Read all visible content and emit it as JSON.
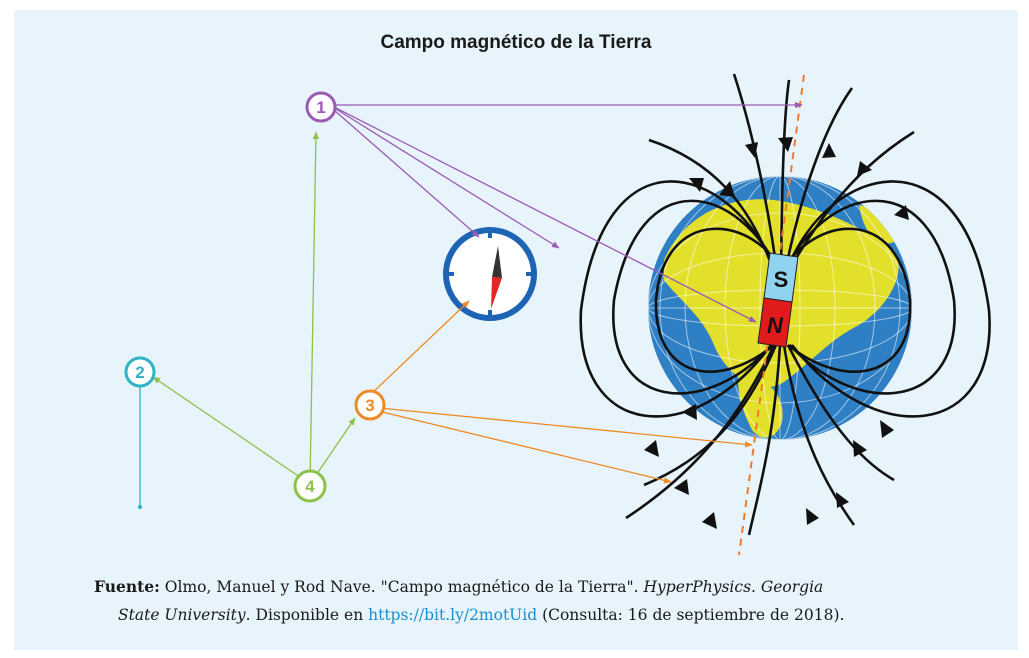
{
  "title": "Campo magnético de la Tierra",
  "markers": [
    {
      "id": "1",
      "color": "#9b5bb5"
    },
    {
      "id": "2",
      "color": "#2fb3c4"
    },
    {
      "id": "3",
      "color": "#f08a24"
    },
    {
      "id": "4",
      "color": "#8cc14a"
    }
  ],
  "magnet": {
    "south_label": "S",
    "north_label": "N",
    "south_color": "#8fd3ef",
    "north_color": "#e01b1b"
  },
  "colors": {
    "background": "#e7f4fb",
    "ocean": "#2e7fc4",
    "land": "#e3e02c",
    "compass_ring": "#1e64b4",
    "axis": "#f07a2a",
    "field_lines": "#111111",
    "link": "#1a8fd0"
  },
  "icons": {
    "compass": "compass-icon",
    "earth": "earth-globe-icon",
    "magnet": "bar-magnet-icon"
  },
  "source": {
    "label": "Fuente:",
    "text_1": " Olmo, Manuel y Rod Nave. \"Campo magnético de la Tierra\". ",
    "publisher_1": "HyperPhysics. Georgia",
    "publisher_2": "State University",
    "text_2": ". Disponible en ",
    "link": "https://bit.ly/2motUid",
    "text_3": " (Consulta: 16 de septiembre de 2018)."
  }
}
